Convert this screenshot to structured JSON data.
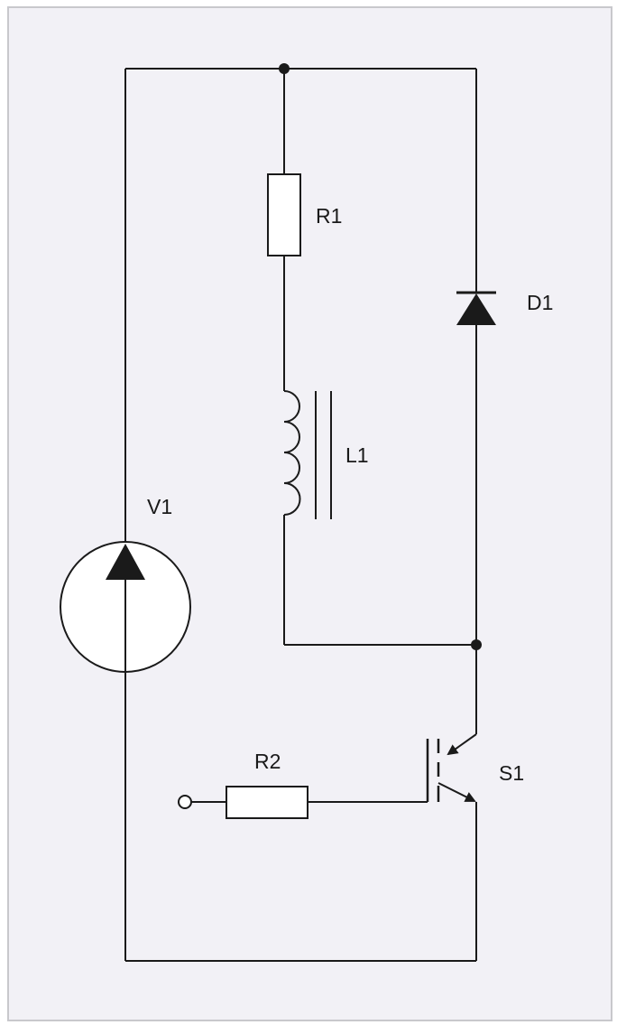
{
  "diagram": {
    "type": "circuit-schematic",
    "colors": {
      "background": "#f2f1f6",
      "frame": "#c8c8cc",
      "line": "#1a1a1a"
    },
    "components": {
      "voltage_source": {
        "label": "V1",
        "icon": "dc-voltage-source-arrow-up"
      },
      "resistor_top": {
        "label": "R1",
        "icon": "resistor-box"
      },
      "inductor": {
        "label": "L1",
        "icon": "inductor-with-iron-core"
      },
      "diode": {
        "label": "D1",
        "icon": "diode-cathode-up"
      },
      "switch": {
        "label": "S1",
        "icon": "igbt-transistor"
      },
      "resistor_gate": {
        "label": "R2",
        "icon": "resistor-box"
      }
    },
    "connections": [
      [
        "V1+",
        "R1"
      ],
      [
        "R1",
        "L1"
      ],
      [
        "L1",
        "S1-collector"
      ],
      [
        "V1+",
        "D1-cathode"
      ],
      [
        "D1-anode",
        "S1-collector"
      ],
      [
        "R2",
        "S1-gate"
      ],
      [
        "S1-emitter",
        "V1-"
      ]
    ]
  }
}
